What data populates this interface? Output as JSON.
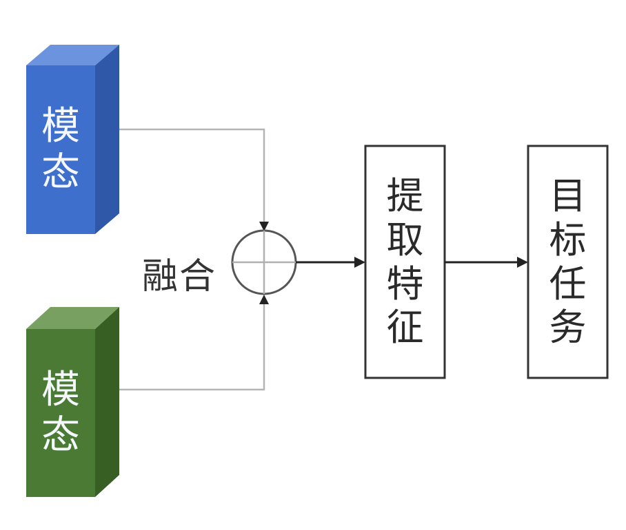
{
  "modality_top": {
    "label": "模态",
    "color": "#3f6fcc"
  },
  "modality_bottom": {
    "label": "模态",
    "color": "#4a7a33"
  },
  "fusion": {
    "label": "融合"
  },
  "extract_box": {
    "label": "提取特征"
  },
  "target_box": {
    "label": "目标任务"
  }
}
